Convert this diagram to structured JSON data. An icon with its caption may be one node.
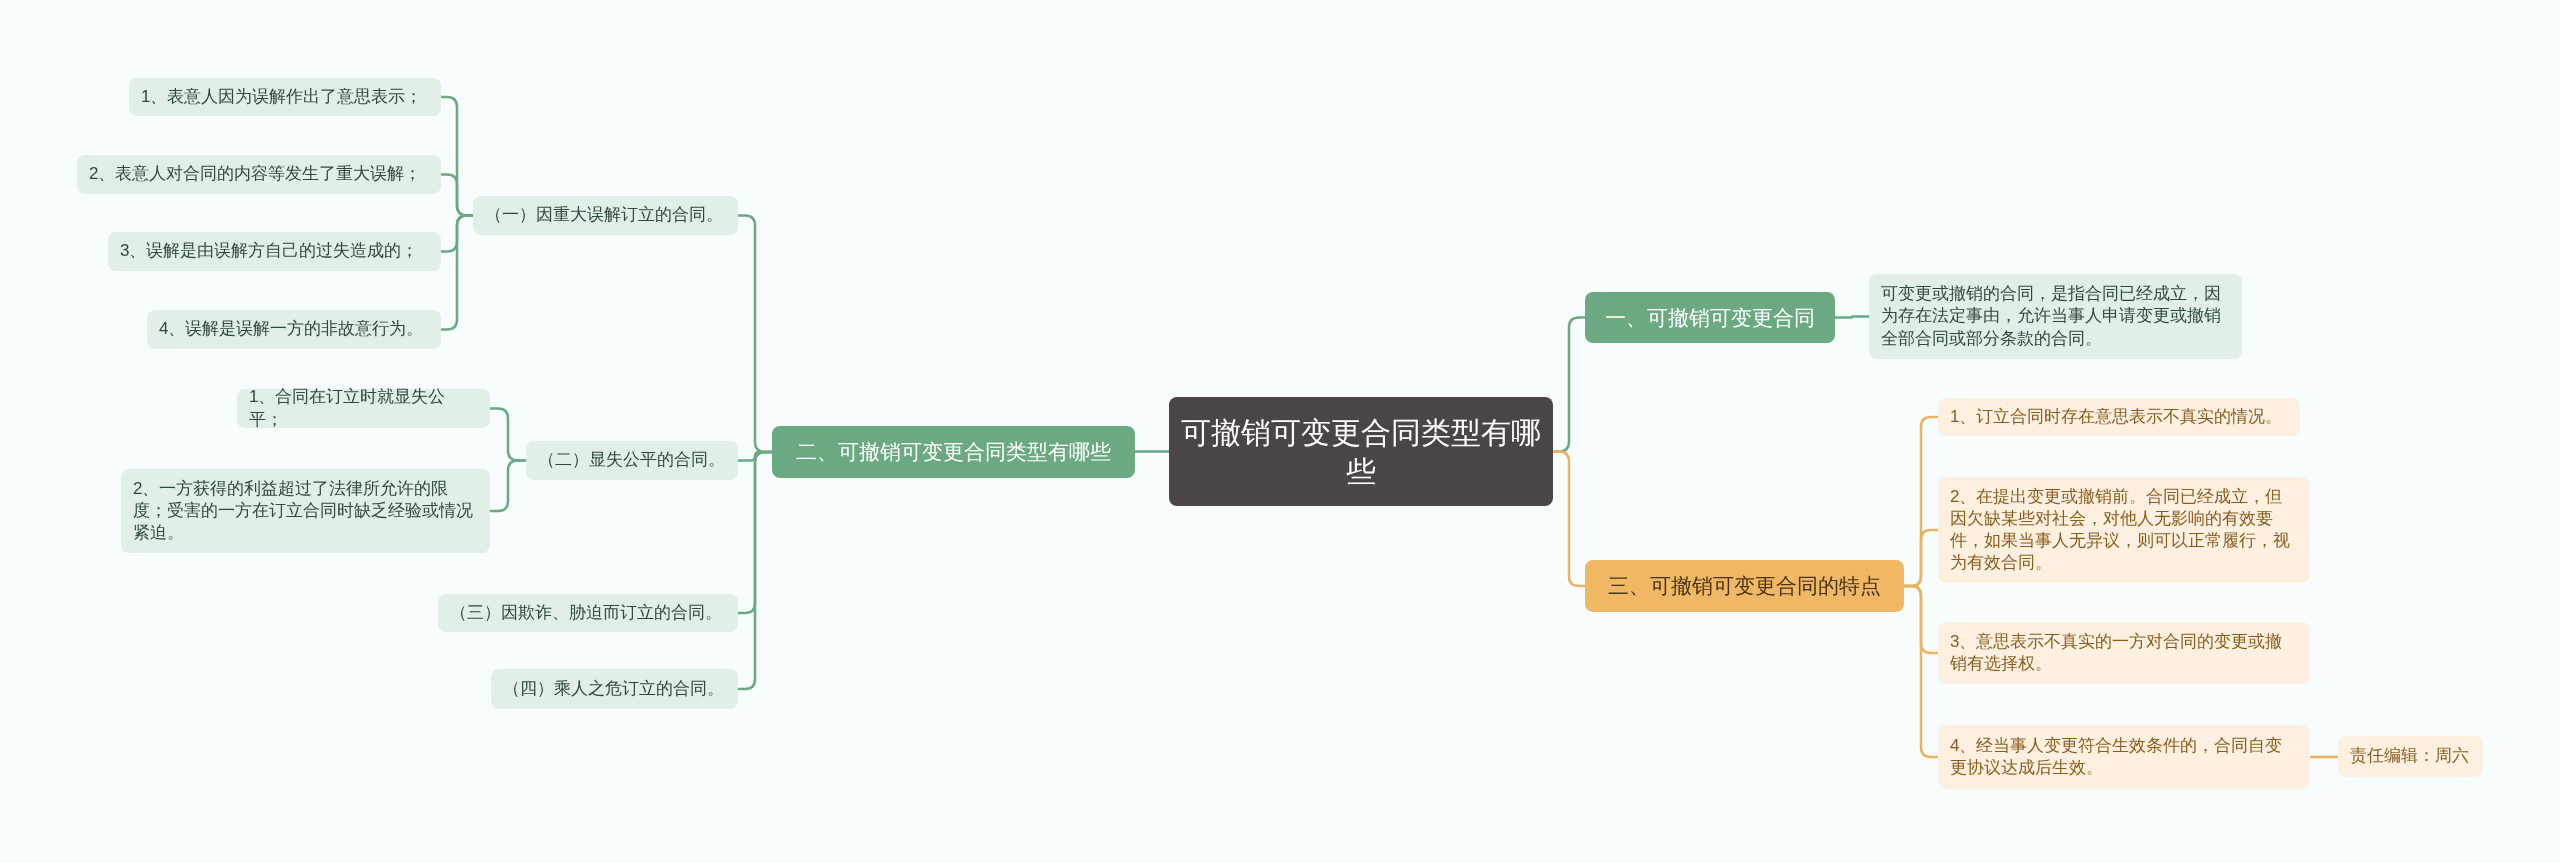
{
  "diagram": {
    "nodes": [
      {
        "text": [
          "可撤销可变更合同类型有哪些"
        ]
      },
      {
        "text": [
          "二、可撤销可变更合同类型有哪些"
        ]
      },
      {
        "text": [
          "（一）因重大误解订立的合同。"
        ]
      },
      {
        "text": [
          "1、表意人因为误解作出了意思表示；"
        ]
      },
      {
        "text": [
          "2、表意人对合同的内容等发生了重大误解；"
        ]
      },
      {
        "text": [
          "3、误解是由误解方自己的过失造成的；"
        ]
      },
      {
        "text": [
          "4、误解是误解一方的非故意行为。"
        ]
      },
      {
        "text": [
          "（二）显失公平的合同。"
        ]
      },
      {
        "text": [
          "1、合同在订立时就显失公平；"
        ]
      },
      {
        "text": [
          "2、一方获得的利益超过了法律所允许的限度；受害的一方在订立合同时缺乏经验或情况紧迫。"
        ]
      },
      {
        "text": [
          "（三）因欺诈、胁迫而订立的合同。"
        ]
      },
      {
        "text": [
          "（四）乘人之危订立的合同。"
        ]
      },
      {
        "text": [
          "一、可撤销可变更合同"
        ]
      },
      {
        "text": [
          "可变更或撤销的合同，是指合同已经成立，因为存在法定事由，允许当事人申请变更或撤销全部合同或部分条款的合同。"
        ]
      },
      {
        "text": [
          "三、可撤销可变更合同的特点"
        ]
      },
      {
        "text": [
          "1、订立合同时存在意思表示不真实的情况。"
        ]
      },
      {
        "text": [
          "2、在提出变更或撤销前。合同已经成立，但因欠缺某些对社会，对他人无影响的有效要件，如果当事人无异议，则可以正常履行，视为有效合同。"
        ]
      },
      {
        "text": [
          "3、意思表示不真实的一方对合同的变更或撤销有选择权。"
        ]
      },
      {
        "text": [
          "4、经当事人变更符合生效条件的，合同自变更协议达成后生效。"
        ]
      },
      {
        "text": [
          "责任编辑：周六"
        ]
      }
    ],
    "edges": [
      {
        "from": 0,
        "to": 1,
        "arrow": "none"
      },
      {
        "from": 1,
        "to": 2,
        "arrow": "none"
      },
      {
        "from": 2,
        "to": 3,
        "arrow": "none"
      },
      {
        "from": 2,
        "to": 4,
        "arrow": "none"
      },
      {
        "from": 2,
        "to": 5,
        "arrow": "none"
      },
      {
        "from": 2,
        "to": 6,
        "arrow": "none"
      },
      {
        "from": 1,
        "to": 7,
        "arrow": "none"
      },
      {
        "from": 7,
        "to": 8,
        "arrow": "none"
      },
      {
        "from": 7,
        "to": 9,
        "arrow": "none"
      },
      {
        "from": 1,
        "to": 10,
        "arrow": "none"
      },
      {
        "from": 1,
        "to": 11,
        "arrow": "none"
      },
      {
        "from": 0,
        "to": 12,
        "arrow": "none"
      },
      {
        "from": 12,
        "to": 13,
        "arrow": "none"
      },
      {
        "from": 0,
        "to": 14,
        "arrow": "none",
        "color": "#e9b35f"
      },
      {
        "from": 14,
        "to": 15,
        "arrow": "none",
        "color": "#e9b35f"
      },
      {
        "from": 14,
        "to": 16,
        "arrow": "none",
        "color": "#e9b35f"
      },
      {
        "from": 14,
        "to": 17,
        "arrow": "none",
        "color": "#e9b35f"
      },
      {
        "from": 14,
        "to": 18,
        "arrow": "none",
        "color": "#e9b35f"
      },
      {
        "from": 18,
        "to": 19,
        "arrow": "none",
        "color": "#e9b35f"
      }
    ]
  }
}
